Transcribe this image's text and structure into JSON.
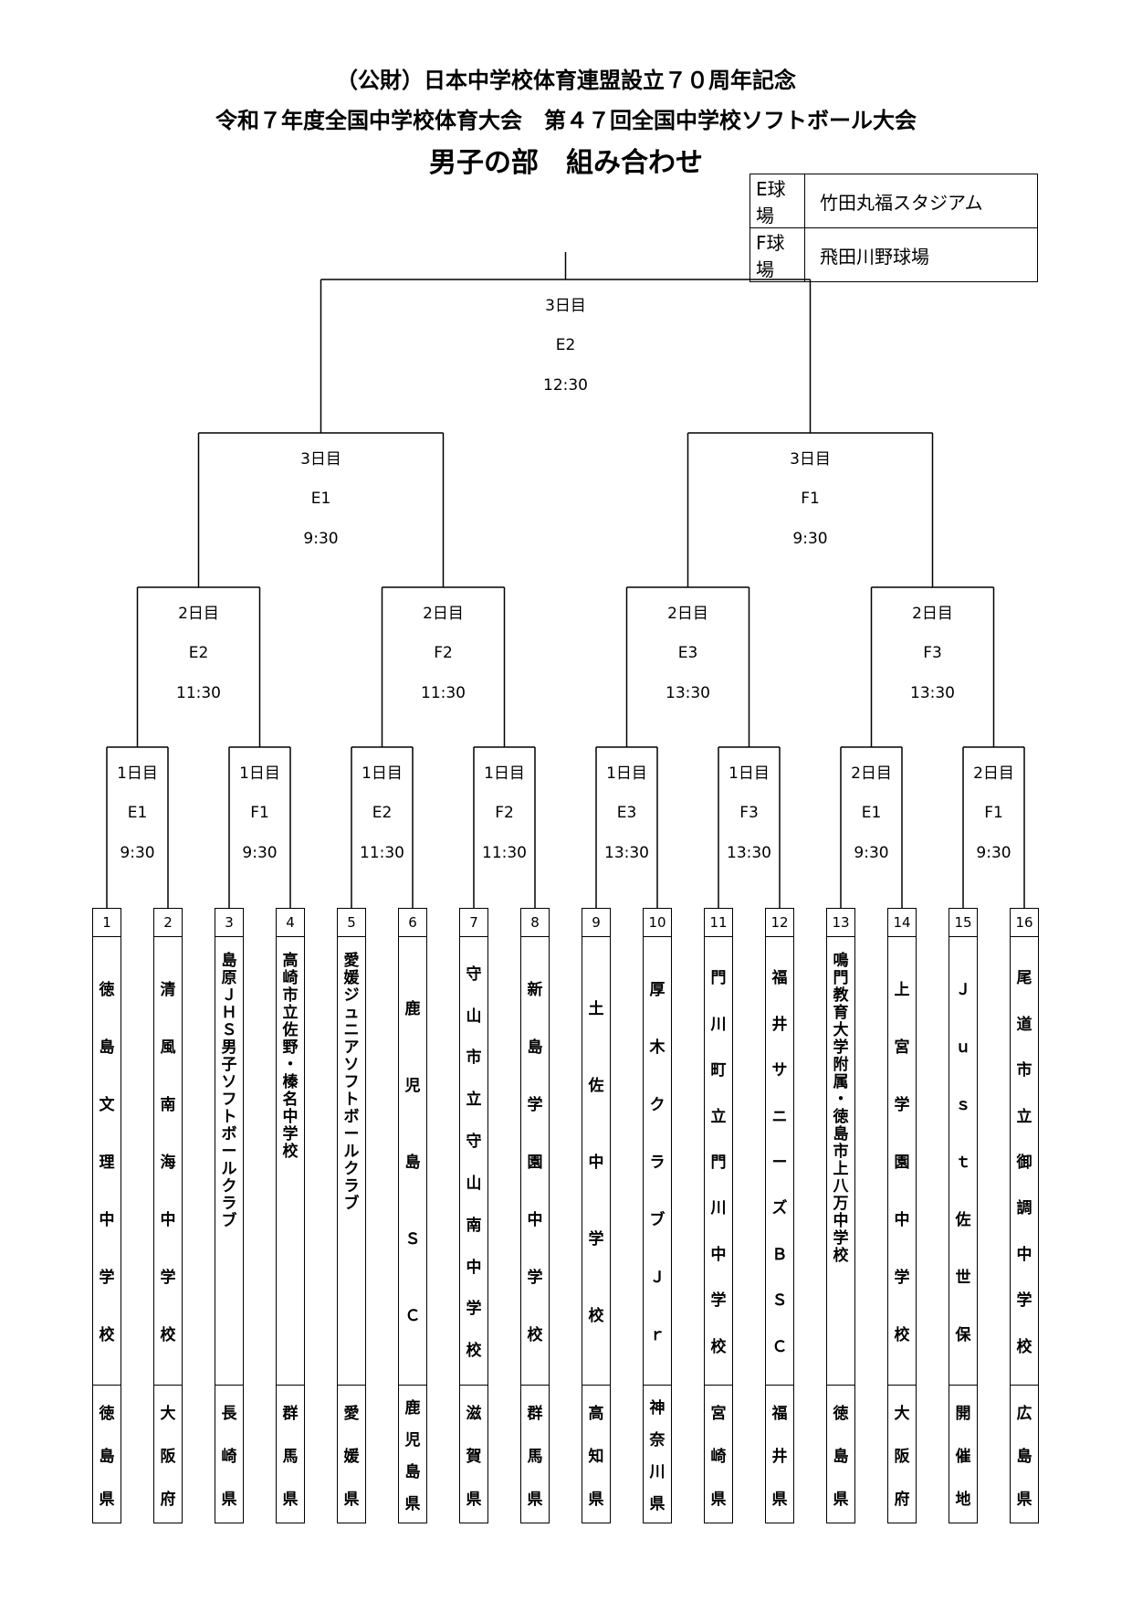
{
  "header": {
    "line1": "（公財）日本中学校体育連盟設立７０周年記念",
    "line2": "令和７年度全国中学校体育大会　第４７回全国中学校ソフトボール大会",
    "line3": "男子の部　組み合わせ"
  },
  "venues": [
    {
      "code": "E球場",
      "name": "竹田丸福スタジアム"
    },
    {
      "code": "F球場",
      "name": "飛田川野球場"
    }
  ],
  "matches": {
    "final": {
      "day": "3日目",
      "field": "E2",
      "time": "12:30"
    },
    "semi": [
      {
        "day": "3日目",
        "field": "E1",
        "time": "9:30"
      },
      {
        "day": "3日目",
        "field": "F1",
        "time": "9:30"
      }
    ],
    "quarter": [
      {
        "day": "2日目",
        "field": "E2",
        "time": "11:30"
      },
      {
        "day": "2日目",
        "field": "F2",
        "time": "11:30"
      },
      {
        "day": "2日目",
        "field": "E3",
        "time": "13:30"
      },
      {
        "day": "2日目",
        "field": "F3",
        "time": "13:30"
      }
    ],
    "first": [
      {
        "day": "1日目",
        "field": "E1",
        "time": "9:30"
      },
      {
        "day": "1日目",
        "field": "F1",
        "time": "9:30"
      },
      {
        "day": "1日目",
        "field": "E2",
        "time": "11:30"
      },
      {
        "day": "1日目",
        "field": "F2",
        "time": "11:30"
      },
      {
        "day": "1日目",
        "field": "E3",
        "time": "13:30"
      },
      {
        "day": "1日目",
        "field": "F3",
        "time": "13:30"
      },
      {
        "day": "2日目",
        "field": "E1",
        "time": "9:30"
      },
      {
        "day": "2日目",
        "field": "F1",
        "time": "9:30"
      }
    ]
  },
  "teams": [
    {
      "num": "1",
      "name": "徳島文理中学校",
      "pref": "徳島県"
    },
    {
      "num": "2",
      "name": "清風南海中学校",
      "pref": "大阪府"
    },
    {
      "num": "3",
      "name": "島原ＪＨＳ男子ソフトボールクラブ",
      "pref": "長崎県"
    },
    {
      "num": "4",
      "name": "高崎市立佐野・榛名中学校",
      "pref": "群馬県"
    },
    {
      "num": "5",
      "name": "愛媛ジュニアソフトボールクラブ",
      "pref": "愛媛県"
    },
    {
      "num": "6",
      "name": "鹿児島ＳＣ",
      "pref": "鹿児島県"
    },
    {
      "num": "7",
      "name": "守山市立守山南中学校",
      "pref": "滋賀県"
    },
    {
      "num": "8",
      "name": "新島学園中学校",
      "pref": "群馬県"
    },
    {
      "num": "9",
      "name": "土佐中学校",
      "pref": "高知県"
    },
    {
      "num": "10",
      "name": "厚木クラブＪｒ",
      "pref": "神奈川県"
    },
    {
      "num": "11",
      "name": "門川町立門川中学校",
      "pref": "宮崎県"
    },
    {
      "num": "12",
      "name": "福井サニーズＢＳＣ",
      "pref": "福井県"
    },
    {
      "num": "13",
      "name": "鳴門教育大学附属・徳島市上八万中学校",
      "pref": "徳島県"
    },
    {
      "num": "14",
      "name": "上宮学園中学校",
      "pref": "大阪府"
    },
    {
      "num": "15",
      "name": "Ｊｕｓｔ佐世保",
      "pref": "開催地"
    },
    {
      "num": "16",
      "name": "尾道市立御調中学校",
      "pref": "広島県"
    }
  ]
}
